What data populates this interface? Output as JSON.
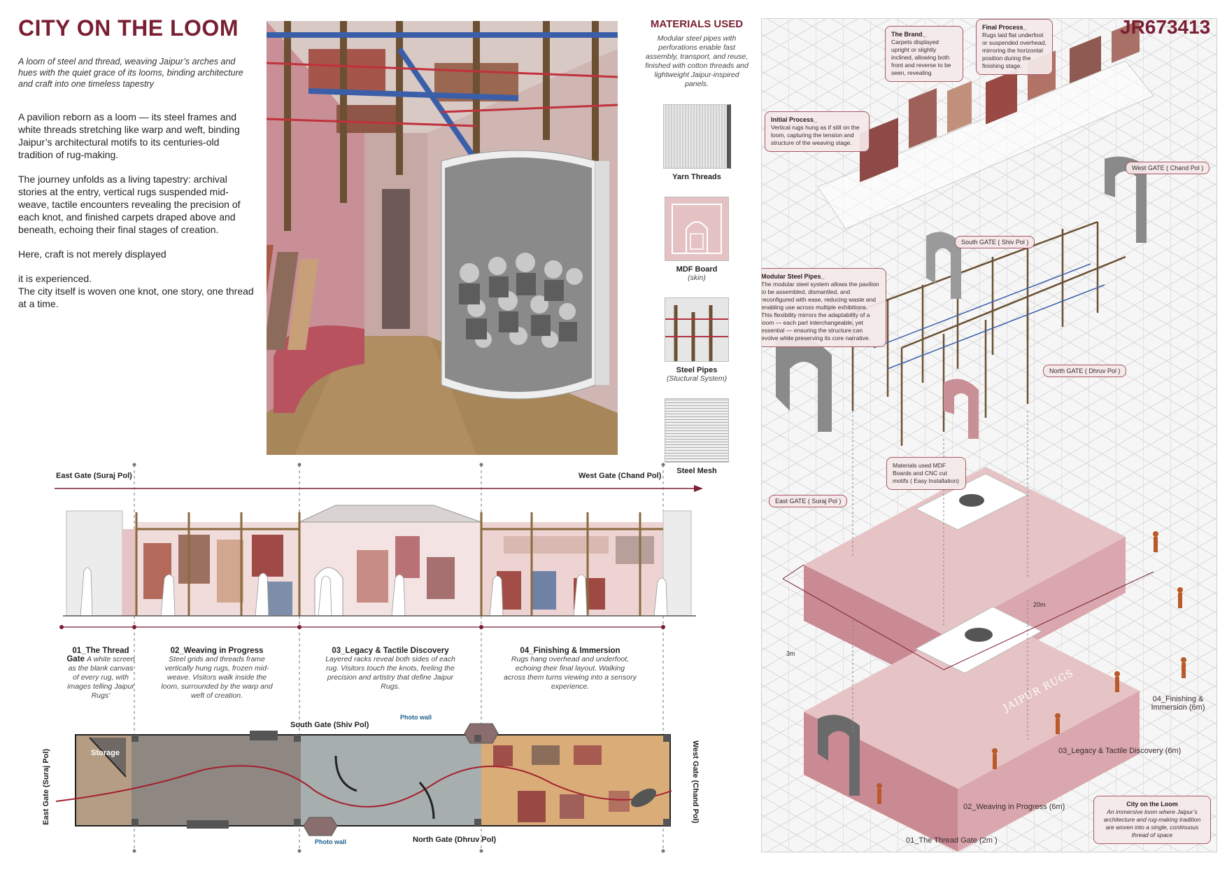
{
  "header": {
    "title": "CITY ON THE LOOM",
    "subtitle": "A loom of steel and thread, weaving Jaipur’s arches and hues with the quiet grace of its looms, binding architecture and craft into one timeless tapestry",
    "code": "JR673413"
  },
  "body": {
    "p1": "A pavilion reborn as a loom — its steel frames and white threads stretching like warp and weft, binding Jaipur’s architectural motifs to its centuries-old tradition of rug-making.",
    "p2": "The journey unfolds as a living tapestry: archival stories at the entry, vertical rugs suspended mid-weave, tactile encounters revealing the precision of each knot, and finished carpets draped above and beneath, echoing their final stages of creation.",
    "p3": "Here, craft is not merely displayed",
    "p4": "it is experienced.",
    "p5": "The city itself is woven  one knot, one story, one thread at a time."
  },
  "materials": {
    "heading": "MATERIALS USED",
    "desc": "Modular steel pipes with perforations enable fast assembly, transport, and reuse, finished with cotton threads and lightweight Jaipur-inspired panels.",
    "items": [
      {
        "label": "Yarn Threads",
        "sub": ""
      },
      {
        "label": "MDF Board",
        "sub": "(skin)"
      },
      {
        "label": "Steel Pipes",
        "sub": "(Stuctural System)"
      },
      {
        "label": "Steel Mesh",
        "sub": ""
      }
    ]
  },
  "section": {
    "east": "East Gate (Suraj Pol)",
    "west": "West Gate (Chand Pol)",
    "zones": [
      {
        "title": "01_The Thread Gate",
        "desc": "A white screen as the blank canvas of every rug, with images telling Jaipur Rugs’"
      },
      {
        "title": "02_Weaving in Progress",
        "desc": "Steel grids and threads frame vertically hung rugs, frozen mid-weave. Visitors walk inside the loom, surrounded by the warp and weft of creation."
      },
      {
        "title": "03_Legacy & Tactile Discovery",
        "desc": "Layered racks reveal both sides of each rug. Visitors touch the knots, feeling the precision and artistry that define Jaipur Rugs."
      },
      {
        "title": "04_Finishing & Immersion",
        "desc": "Rugs hang overhead and underfoot, echoing their final layout. Walking across them turns viewing into a sensory experience."
      }
    ]
  },
  "plan": {
    "storage": "Storage",
    "south": "South Gate (Shiv Pol)",
    "north": "North Gate (Dhruv Pol)",
    "photo_wall": "Photo wall",
    "east": "East Gate (Suraj Pol)",
    "west": "West Gate (Chand Pol)"
  },
  "iso": {
    "notes": {
      "brand_t": "The Brand_",
      "brand_b": "Carpets displayed upright or slightly inclined, allowing both front and reverse to be seen, revealing",
      "final_t": "Final Process_",
      "final_b": "Rugs laid flat underfoot or suspended overhead, mirroring the horizontal position during the finishing stage.",
      "initial_t": "Initial Process_",
      "initial_b": "Vertical rugs hung as if still on the loom, capturing the tension and structure of the weaving stage.",
      "modular_t": "Modular Steel Pipes_",
      "modular_b": "The modular steel system allows the pavilion to be assembled, dismantled, and reconfigured with ease, reducing waste and enabling use across multiple exhibitions. This flexibility mirrors the adaptability of a loom — each part interchangeable, yet essential — ensuring the structure can evolve while preserving its core narrative.",
      "mdf": "Materials used MDF Boards and CNC cut motifs ( Easy Installation)",
      "city_t": "City on the Loom",
      "city_b": "An immersive loom where Jaipur’s architecture and rug-making tradition are woven into a single, continuous thread of space"
    },
    "tags": {
      "west": "West GATE ( Chand Pol )",
      "south": "South GATE ( Shiv Pol )",
      "north": "North GATE ( Dhruv Pol )",
      "east": "East GATE ( Suraj Pol )"
    },
    "dims": {
      "d20": "20m",
      "d3": "3m"
    },
    "zones": {
      "z1": "01_The Thread Gate (2m )",
      "z2": "02_Weaving in Progress (6m)",
      "z3": "03_Legacy & Tactile Discovery (6m)",
      "z4": "04_Finishing & Immersion (6m)"
    },
    "carpet_text": "JAIPUR RUGS"
  },
  "colors": {
    "accent": "#7a1f33",
    "rose": "#c98a94",
    "pink_panel": "#e6c3c5",
    "steel": "#5a4a3a"
  }
}
